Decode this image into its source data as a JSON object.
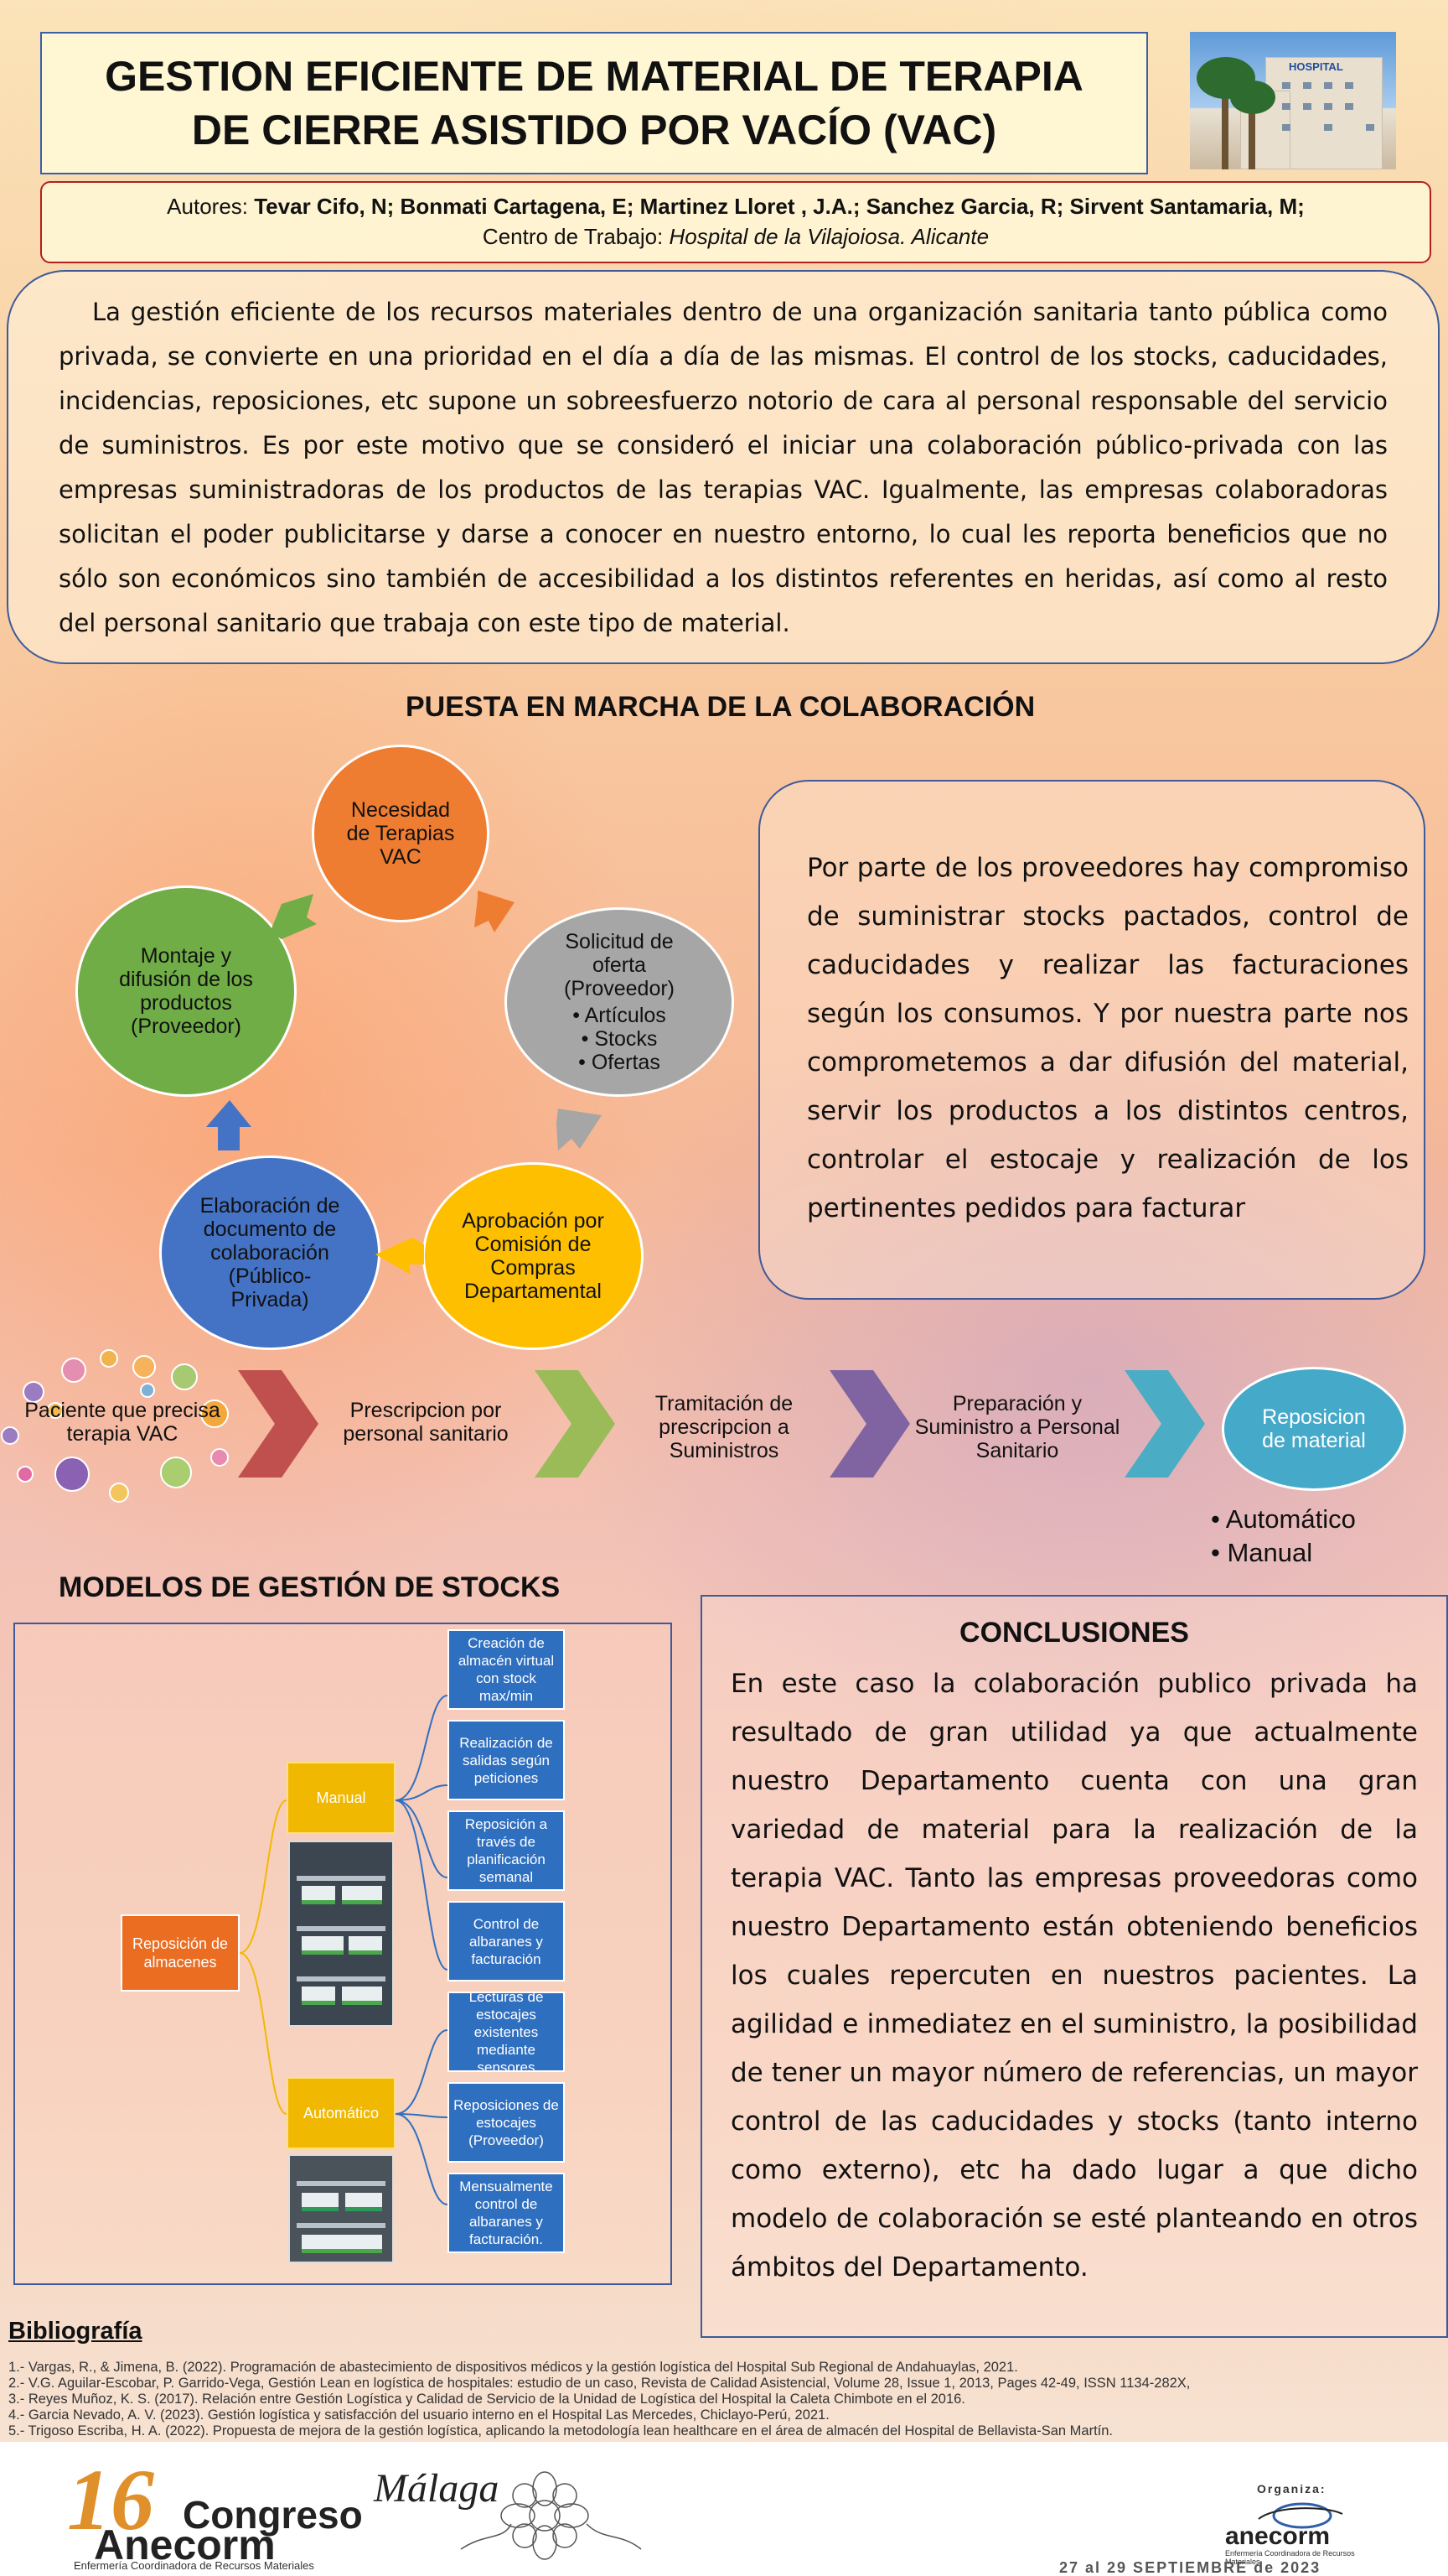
{
  "header": {
    "title": "GESTION EFICIENTE DE MATERIAL DE TERAPIA DE CIERRE ASISTIDO POR VACÍO (VAC)",
    "photo_sign": "HOSPITAL"
  },
  "authors": {
    "label": "Autores:",
    "names": "Tevar Cifo, N; Bonmati Cartagena, E; Martinez Lloret , J.A.; Sanchez Garcia, R; Sirvent Santamaria, M;",
    "workplace_label": "Centro de Trabajo:",
    "workplace": "Hospital de la Vilajoiosa. Alicante"
  },
  "intro": {
    "text": "La gestión eficiente de los recursos materiales dentro de una organización sanitaria tanto pública como privada, se convierte en una prioridad en el día a día de las mismas. El control de los stocks, caducidades, incidencias, reposiciones, etc supone un sobreesfuerzo notorio de cara al personal responsable del servicio de suministros. Es por este motivo que se consideró el iniciar una colaboración público-privada con las empresas suministradoras de los productos de las terapias VAC. Igualmente, las empresas colaboradoras solicitan el poder publicitarse y darse a conocer en nuestro entorno, lo cual les reporta beneficios que no sólo son económicos sino también de accesibilidad a los distintos referentes en heridas, así como al resto del personal sanitario que trabaja con este tipo de material."
  },
  "collaboration": {
    "heading": "PUESTA EN MARCHA DE LA COLABORACIÓN",
    "cycle": [
      {
        "text": "Necesidad de Terapias VAC",
        "color": "#ee7d32"
      },
      {
        "text": "Solicitud de oferta (Proveedor)",
        "bullets": [
          "Artículos",
          "Stocks",
          "Ofertas"
        ],
        "color": "#a6a6a6"
      },
      {
        "text": "Aprobación por Comisión de Compras Departamental",
        "color": "#fdbf00"
      },
      {
        "text": "Elaboración de documento de colaboración (Público-Privada)",
        "color": "#4472c4"
      },
      {
        "text": "Montaje y difusión de los productos (Proveedor)",
        "color": "#70ad47"
      }
    ],
    "commitment_text": "Por parte de los proveedores hay compromiso de suministrar stocks pactados, control de caducidades y realizar las facturaciones según los consumos.  Y por nuestra parte nos comprometemos a dar difusión del material, servir los productos a los distintos centros, controlar el estocaje y realización de los pertinentes pedidos para facturar"
  },
  "process": {
    "steps": [
      "Paciente que precisa terapia VAC",
      "Prescripcion por personal sanitario",
      "Tramitación de prescripcion a Suministros",
      "Preparación y Suministro a Personal Sanitario",
      "Reposicion de material"
    ],
    "chevron_colors": [
      "#c0504d",
      "#9bbb59",
      "#8064a2",
      "#4bacc6"
    ],
    "replenishment_types": [
      "Automático",
      "Manual"
    ]
  },
  "stock_models": {
    "heading": "MODELOS DE GESTIÓN DE STOCKS",
    "root": "Reposición de almacenes",
    "manual_label": "Manual",
    "automatic_label": "Automático",
    "manual_items": [
      "Creación de almacén virtual con stock max/min",
      "Realización de salidas según peticiones",
      "Reposición a través de planificación semanal",
      "Control de albaranes y facturación"
    ],
    "automatic_items": [
      "Lecturas de estocajes existentes mediante sensores",
      "Reposiciones de estocajes (Proveedor)",
      "Mensualmente control de albaranes y facturación."
    ]
  },
  "conclusions": {
    "title": "CONCLUSIONES",
    "text": "En este caso la colaboración publico privada ha resultado de gran utilidad ya que actualmente nuestro Departamento cuenta con una gran variedad de material para la realización de la terapia VAC. Tanto las empresas proveedoras como nuestro Departamento están obteniendo beneficios los cuales repercuten en nuestros pacientes. La agilidad e inmediatez en el suministro, la posibilidad de tener un mayor número de referencias, un mayor control de las caducidades y stocks (tanto interno como externo), etc ha dado lugar a que dicho modelo de colaboración se esté planteando en otros ámbitos del Departamento."
  },
  "bibliography": {
    "title": "Bibliografía",
    "items": [
      "1.- Vargas, R., & Jimena, B. (2022). Programación de abastecimiento de dispositivos médicos y la gestión logística del Hospital Sub Regional de Andahuaylas, 2021.",
      "2.- V.G. Aguilar-Escobar, P. Garrido-Vega, Gestión Lean en logística de hospitales: estudio de un caso, Revista de Calidad Asistencial, Volume 28, Issue 1, 2013, Pages 42-49, ISSN 1134-282X,",
      "3.- Reyes Muñoz, K. S. (2017). Relación entre Gestión Logística y Calidad de Servicio de la Unidad de Logística del Hospital la Caleta Chimbote en el 2016.",
      "4.- Garcia Nevado, A. V. (2023). Gestión logística y satisfacción del usuario interno en el Hospital Las Mercedes, Chiclayo-Perú, 2021.",
      "5.- Trigoso Escriba, H. A. (2022). Propuesta de mejora de la gestión logística, aplicando la metodología lean healthcare en el área de almacén del Hospital de Bellavista-San Martín."
    ]
  },
  "footer": {
    "congress_number": "16",
    "congress_city": "Málaga",
    "congress_word": "Congreso",
    "congress_brand": "Anecorm",
    "congress_subtitle": "Enfermería Coordinadora de Recursos Materiales",
    "organiza_label": "Organiza:",
    "organizer": "anecorm",
    "organizer_subtitle": "Enfermería Coordinadora de Recursos Materiales",
    "dates": "27 al 29 SEPTIEMBRE de 2023"
  }
}
